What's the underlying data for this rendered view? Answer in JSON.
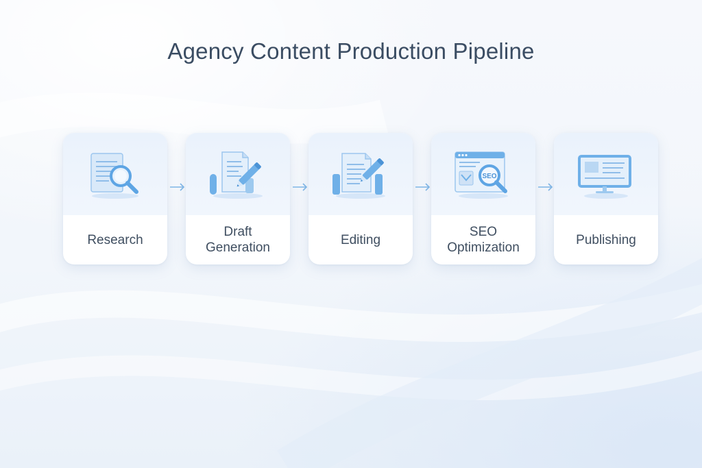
{
  "title": "Agency Content Production Pipeline",
  "colors": {
    "accent": "#6fb0e8",
    "accent_dark": "#4b93d6",
    "text": "#3f4e60",
    "card_bg": "#ffffff",
    "icon_bg": "#eaf2fc"
  },
  "steps": [
    {
      "label": "Research",
      "icon": "document-magnifier-icon"
    },
    {
      "label": "Draft\nGeneration",
      "icon": "document-pencil-icon"
    },
    {
      "label": "Editing",
      "icon": "document-edit-icon"
    },
    {
      "label": "SEO\nOptimization",
      "icon": "browser-seo-magnifier-icon"
    },
    {
      "label": "Publishing",
      "icon": "monitor-icon"
    }
  ]
}
